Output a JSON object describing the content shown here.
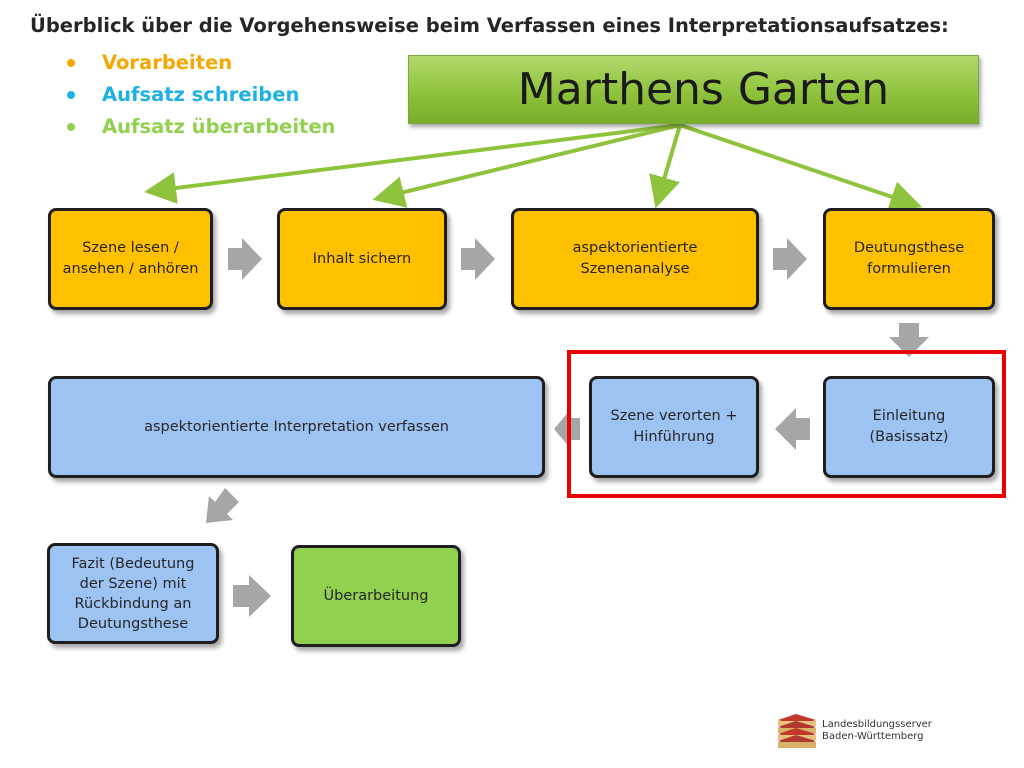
{
  "heading": "Überblick über die Vorgehensweise beim Verfassen eines Interpretationsaufsatzes:",
  "phases": [
    {
      "label": "Vorarbeiten",
      "color": "#f5a800"
    },
    {
      "label": "Aufsatz schreiben",
      "color": "#1fb0e6"
    },
    {
      "label": "Aufsatz überarbeiten",
      "color": "#92d050"
    }
  ],
  "title_banner": "Marthens Garten",
  "steps": {
    "szene_lesen": "Szene lesen /\nansehen / anhören",
    "inhalt_sichern": "Inhalt sichern",
    "szenenanalyse": "aspektorientierte\nSzenenanalyse",
    "deutungsthese": "Deutungsthese\nformulieren",
    "einleitung": "Einleitung\n(Basissatz)",
    "szene_verorten": "Szene verorten +\nHinführung",
    "interpretation": "aspektorientierte Interpretation verfassen",
    "fazit": "Fazit (Bedeutung\nder Szene) mit\nRückbindung an\nDeutungsthese",
    "ueberarbeitung": "Überarbeitung"
  },
  "colors": {
    "orange_box": "#ffc000",
    "blue_box": "#9dc3f2",
    "green_box": "#92d050",
    "highlight_border": "#ee0000",
    "flow_arrow": "#a6a6a6",
    "banner_arrow": "#8fc33d"
  },
  "logo": {
    "icon": "stacked-books-icon",
    "text": "Landesbildungsserver\nBaden-Württemberg"
  }
}
